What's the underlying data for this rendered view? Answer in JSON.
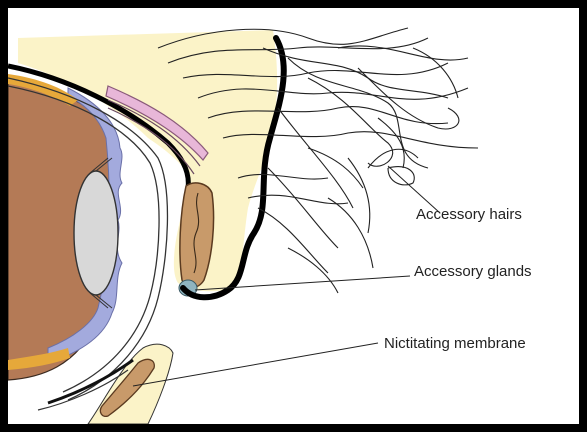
{
  "diagram": {
    "labels": {
      "accessory_hairs": "Accessory hairs",
      "accessory_glands": "Accessory glands",
      "nictitating_membrane": "Nictitating membrane"
    }
  }
}
